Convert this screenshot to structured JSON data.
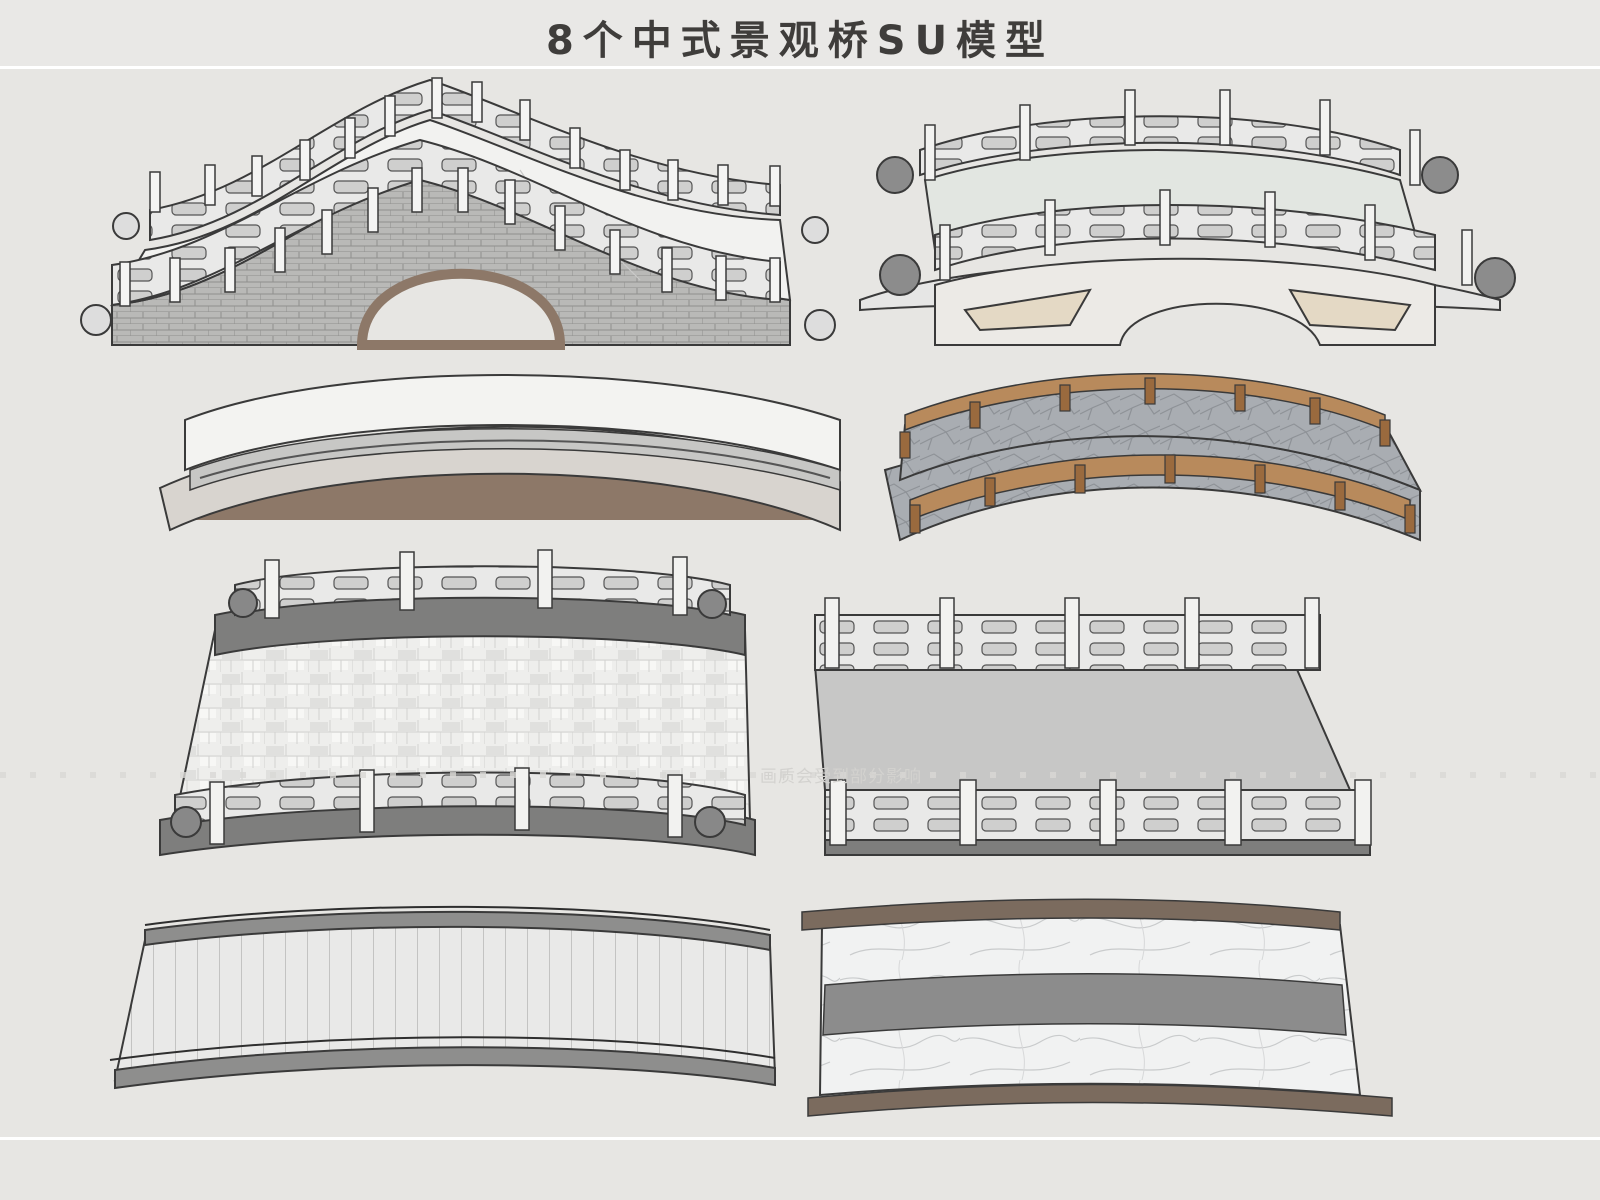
{
  "title": "8个中式景观桥SU模型",
  "watermark": "画质会受到部分影响",
  "colors": {
    "background": "#e7e6e3",
    "stone_light": "#f2f2f0",
    "stone_mid": "#bdbdbb",
    "stone_dark": "#7e7e7d",
    "outline": "#3a3a3a",
    "wood": "#9a6a3e",
    "arch_brown": "#8d7868"
  },
  "bridges": [
    {
      "id": 1,
      "style": "camelback-stone-arch-with-balustrade"
    },
    {
      "id": 2,
      "style": "double-rail-marble-arch"
    },
    {
      "id": 3,
      "style": "plain-curved-parapet"
    },
    {
      "id": 4,
      "style": "stone-paved-with-wooden-rail"
    },
    {
      "id": 5,
      "style": "tiled-deck-with-stone-balustrade"
    },
    {
      "id": 6,
      "style": "straight-deck-with-panel-balustrade"
    },
    {
      "id": 7,
      "style": "grid-deck-with-metal-rail"
    },
    {
      "id": 8,
      "style": "marble-deck-with-wood-edge"
    }
  ]
}
